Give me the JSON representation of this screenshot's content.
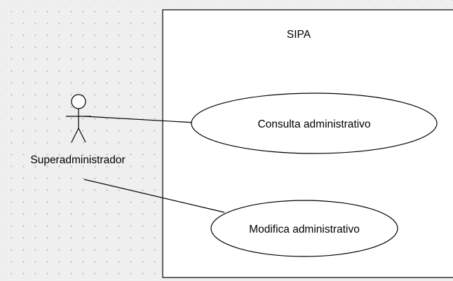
{
  "diagram": {
    "system": {
      "name": "SIPA"
    },
    "actor": {
      "name": "Superadministrador"
    },
    "use_cases": [
      {
        "label": "Consulta administrativo"
      },
      {
        "label": "Modifica administrativo"
      }
    ],
    "colors": {
      "background": "#efefef",
      "grid_dot": "#b8b8b8",
      "stroke": "#000000",
      "fill": "#ffffff"
    }
  }
}
